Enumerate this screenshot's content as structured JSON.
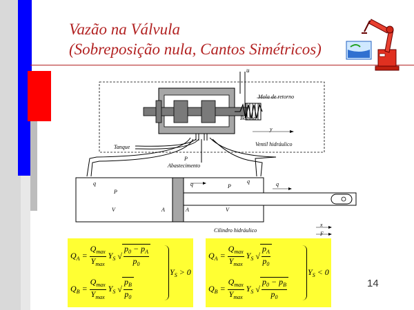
{
  "slide": {
    "title_line1": "Vazão na Válvula",
    "title_line2": "(Sobreposição nula, Cantos Simétricos)",
    "page_number": "14"
  },
  "diagram": {
    "label_u": "u",
    "label_mola": "Mola de retorno",
    "label_bobina": "Bobina",
    "label_y": "y",
    "label_ventil": "Ventil hidráulico",
    "label_tanque": "Tanque",
    "label_ps": "P",
    "label_abast": "Abastecimento",
    "label_qa": "q",
    "label_qc": "q",
    "label_qb": "q",
    "label_qb2": "q",
    "label_pa": "P",
    "label_pb": "P",
    "label_va": "V",
    "label_aa": "A",
    "label_ab": "A",
    "label_vb": "V",
    "label_cilindro": "Cilindro hidráulico",
    "label_x": "x",
    "label_f": "F"
  },
  "equations": {
    "left": {
      "qa": "Q",
      "qa_sub": "A",
      "qmax": "Q",
      "qmax_sub": "max",
      "ymax": "Y",
      "ymax_sub": "max",
      "ys": "Y",
      "ys_sub": "S",
      "num_a": "p",
      "num_a_sub": "0",
      "minus": "−",
      "pa": "p",
      "pa_sub": "A",
      "den": "p",
      "den_sub": "0",
      "qb": "Q",
      "qb_sub": "B",
      "num_b": "p",
      "num_b_sub": "B",
      "cond": "Y",
      "cond_sub": "S",
      "cond_rel": " > 0"
    },
    "right": {
      "qa": "Q",
      "qa_sub": "A",
      "num_a": "p",
      "num_a_sub": "A",
      "qb": "Q",
      "qb_sub": "B",
      "num_b": "p",
      "num_b_sub": "0",
      "pb": "p",
      "pb_sub": "B",
      "cond": "Y",
      "cond_sub": "S",
      "cond_rel": " < 0"
    }
  },
  "colors": {
    "title": "#b22222",
    "bar_blue": "#0000ff",
    "bar_red": "#ff0000",
    "bar_gray": "#cccccc",
    "eq_background": "#ffff33",
    "rule": "#b22222"
  },
  "icons": {
    "robot": "industrial-robot-icon"
  }
}
